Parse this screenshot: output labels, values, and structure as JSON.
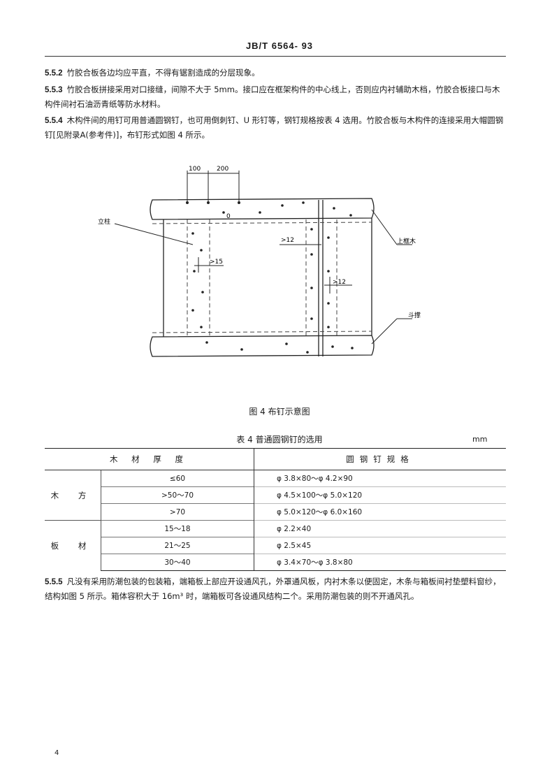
{
  "header": {
    "standard_number": "JB/T 6564- 93"
  },
  "sections": [
    {
      "number": "5.5.2",
      "text": "竹胶合板各边均应平直，不得有锯割造成的分层现象。"
    },
    {
      "number": "5.5.3",
      "text": "竹胶合板拼接采用对口接缝，间隙不大于 5mm。接口应在框架构件的中心线上，否则应内衬辅助木档，竹胶合板接口与木构件间衬石油沥青纸等防水材料。"
    },
    {
      "number": "5.5.4",
      "text": "木构件间的用钉可用普通圆钢钉，也可用倒刺钉、U 形钉等，钢钉规格按表 4 选用。竹胶合板与木构件的连接采用大帽圆钢钉[见附录A(参考件)]，布钉形式如图 4 所示。"
    },
    {
      "number": "5.5.5",
      "text": "凡没有采用防潮包装的包装箱，端箱板上部应开设通风孔，外罩通风板，内衬木条以便固定，木条与箱板间衬垫塑料窗纱，结构如图 5 所示。箱体容积大于 16m³ 时，端箱板可各设通风结构二个。采用防潮包装的则不开通风孔。"
    }
  ],
  "figure": {
    "caption": "图 4   布钉示意图",
    "labels": {
      "dim_100": "100",
      "dim_200": "200",
      "zero": "0",
      "left_label": "立柱",
      "right_top_label": "上框木",
      "right_bottom_label": "斗撑",
      "ge15": ">15",
      "ge12_a": ">12",
      "ge12_b": ">12"
    }
  },
  "table": {
    "title": "表 4   普通圆钢钉的选用",
    "unit": "mm",
    "headers": [
      "木 材 厚 度",
      "圆钢钉规格"
    ],
    "groups": [
      {
        "category": "木 方",
        "rows": [
          {
            "thickness": "≤60",
            "spec": "φ 3.8×80～φ 4.2×90"
          },
          {
            "thickness": ">50～70",
            "spec": "φ 4.5×100～φ 5.0×120"
          },
          {
            "thickness": ">70",
            "spec": "φ 5.0×120～φ 6.0×160"
          }
        ]
      },
      {
        "category": "板 材",
        "rows": [
          {
            "thickness": "15～18",
            "spec": "φ 2.2×40"
          },
          {
            "thickness": "21～25",
            "spec": "φ 2.5×45"
          },
          {
            "thickness": "30～40",
            "spec": "φ 3.4×70～φ 3.8×80"
          }
        ]
      }
    ]
  },
  "page_number": "4"
}
